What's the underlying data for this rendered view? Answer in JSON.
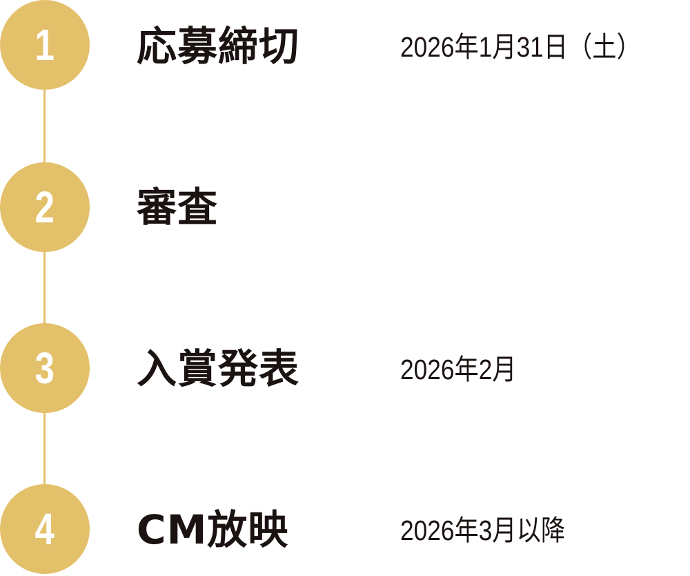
{
  "accent_color": "#e3c06a",
  "steps": [
    {
      "number": "1",
      "title": "応募締切",
      "date": "2026年1月31日（土）"
    },
    {
      "number": "2",
      "title": "審査",
      "date": ""
    },
    {
      "number": "3",
      "title": "入賞発表",
      "date": "2026年2月"
    },
    {
      "number": "4",
      "title": "CM放映",
      "date": "2026年3月以降"
    }
  ]
}
